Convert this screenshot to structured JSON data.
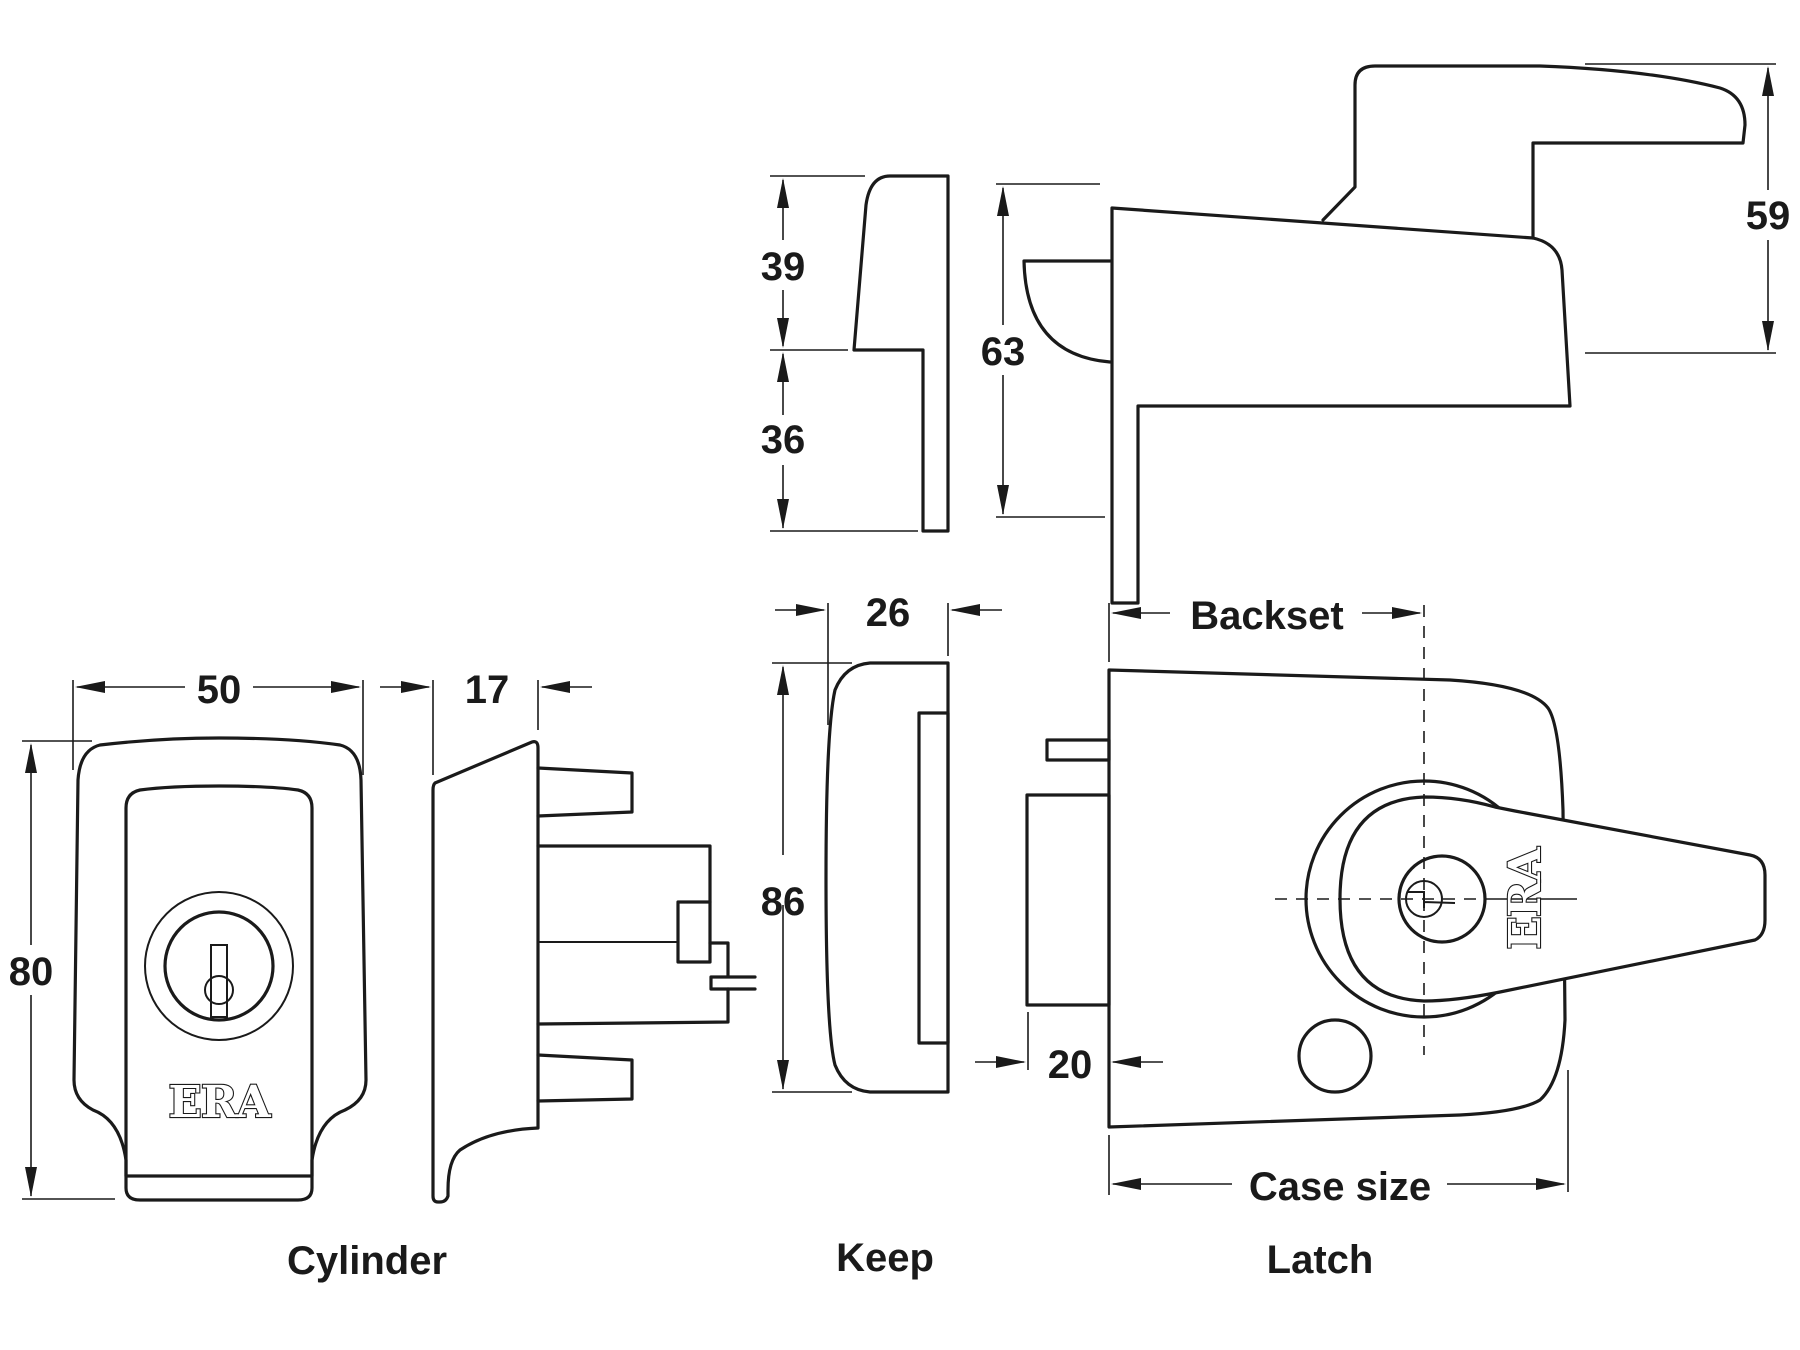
{
  "drawing": {
    "subject": "ERA nightlatch technical dimension drawing",
    "units": "mm",
    "brand_mark": "ERA",
    "line_color": "#1a1a1a",
    "background": "#ffffff"
  },
  "captions": {
    "cylinder": "Cylinder",
    "keep": "Keep",
    "latch": "Latch"
  },
  "dimensions": {
    "keep_side_upper": "39",
    "keep_side_lower": "36",
    "latch_side_height": "63",
    "latch_handle_height": "59",
    "cylinder_width": "50",
    "cylinder_depth": "17",
    "cylinder_height": "80",
    "keep_depth": "26",
    "keep_height": "86",
    "latch_bolt_projection": "20",
    "latch_backset": "Backset",
    "latch_case_size": "Case size"
  }
}
